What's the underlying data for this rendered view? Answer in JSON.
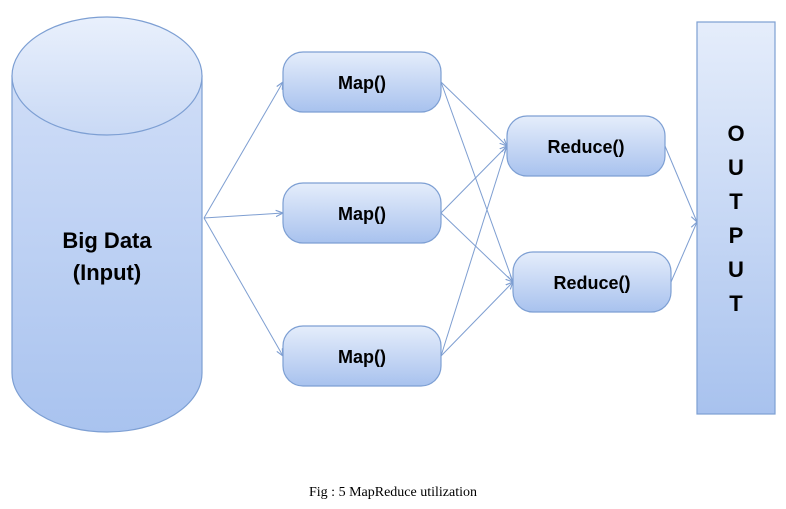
{
  "diagram": {
    "input": {
      "line1": "Big Data",
      "line2": "(Input)"
    },
    "maps": [
      {
        "label": "Map()"
      },
      {
        "label": "Map()"
      },
      {
        "label": "Map()"
      }
    ],
    "reduces": [
      {
        "label": "Reduce()"
      },
      {
        "label": "Reduce()"
      }
    ],
    "output": {
      "letters": [
        "O",
        "U",
        "T",
        "P",
        "U",
        "T"
      ]
    }
  },
  "caption": "Fig : 5 MapReduce utilization",
  "colors": {
    "fill_light": "#e3ecfb",
    "fill_dark": "#a9c3ef",
    "stroke": "#7d9fd3",
    "connector": "#7e9ed1"
  }
}
